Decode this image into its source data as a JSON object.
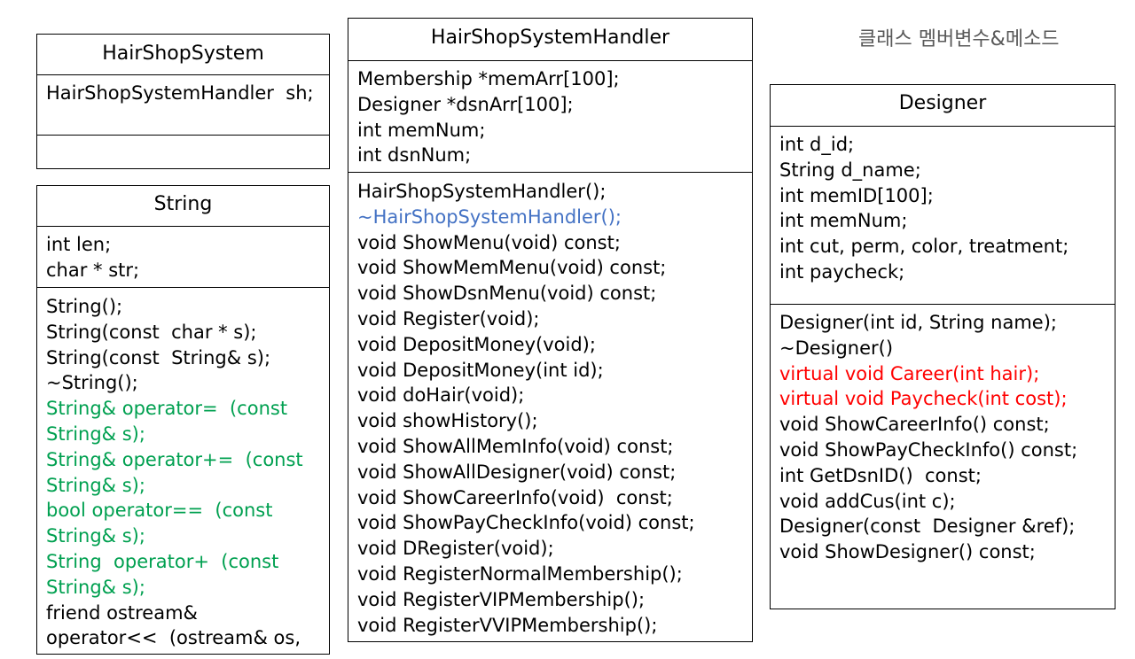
{
  "heading": "클래스 멤버변수&메소드",
  "colors": {
    "green": "#00a050",
    "red": "#ff0000",
    "blue": "#4472c4",
    "heading": "#595959"
  },
  "classes": {
    "hairshop_system": {
      "name": "HairShopSystem",
      "members": [
        "HairShopSystemHandler  sh;"
      ],
      "methods": []
    },
    "string": {
      "name": "String",
      "members": [
        "int len;",
        "char * str;"
      ],
      "methods": [
        {
          "text": "String();",
          "color": "black"
        },
        {
          "text": "String(const  char * s);",
          "color": "black"
        },
        {
          "text": "String(const  String& s);",
          "color": "black"
        },
        {
          "text": "~String();",
          "color": "black"
        },
        {
          "text": "String& operator=  (const",
          "color": "green"
        },
        {
          "text": "String& s);",
          "color": "green"
        },
        {
          "text": "String& operator+=  (const",
          "color": "green"
        },
        {
          "text": "String& s);",
          "color": "green"
        },
        {
          "text": "bool operator==  (const",
          "color": "green"
        },
        {
          "text": "String& s);",
          "color": "green"
        },
        {
          "text": "String  operator+  (const",
          "color": "green"
        },
        {
          "text": "String& s);",
          "color": "green"
        },
        {
          "text": "friend ostream&",
          "color": "black"
        },
        {
          "text": "operator<<  (ostream& os,",
          "color": "black"
        }
      ]
    },
    "handler": {
      "name": "HairShopSystemHandler",
      "members": [
        "Membership *memArr[100];",
        "Designer *dsnArr[100];",
        "int memNum;",
        "int dsnNum;"
      ],
      "methods": [
        {
          "text": "HairShopSystemHandler();",
          "color": "black"
        },
        {
          "text": "~HairShopSystemHandler();",
          "color": "blue"
        },
        {
          "text": "void ShowMenu(void) const;",
          "color": "black"
        },
        {
          "text": "void ShowMemMenu(void) const;",
          "color": "black"
        },
        {
          "text": "void ShowDsnMenu(void) const;",
          "color": "black"
        },
        {
          "text": "void Register(void);",
          "color": "black"
        },
        {
          "text": "void DepositMoney(void);",
          "color": "black"
        },
        {
          "text": "void DepositMoney(int id);",
          "color": "black"
        },
        {
          "text": "void doHair(void);",
          "color": "black"
        },
        {
          "text": "void showHistory();",
          "color": "black"
        },
        {
          "text": "void ShowAllMemInfo(void) const;",
          "color": "black"
        },
        {
          "text": "void ShowAllDesigner(void) const;",
          "color": "black"
        },
        {
          "text": "void ShowCareerInfo(void)  const;",
          "color": "black"
        },
        {
          "text": "void ShowPayCheckInfo(void) const;",
          "color": "black"
        },
        {
          "text": "void DRegister(void);",
          "color": "black"
        },
        {
          "text": "void RegisterNormalMembership();",
          "color": "black"
        },
        {
          "text": "void RegisterVIPMembership();",
          "color": "black"
        },
        {
          "text": "void RegisterVVIPMembership();",
          "color": "black"
        }
      ]
    },
    "designer": {
      "name": "Designer",
      "members": [
        "int d_id;",
        "String d_name;",
        "int memID[100];",
        "int memNum;",
        "int cut, perm, color, treatment;",
        "int paycheck;"
      ],
      "methods": [
        {
          "text": "Designer(int id, String name);",
          "color": "black"
        },
        {
          "text": "~Designer()",
          "color": "black"
        },
        {
          "text": "virtual void Career(int hair);",
          "color": "red"
        },
        {
          "text": "virtual void Paycheck(int cost);",
          "color": "red"
        },
        {
          "text": "void ShowCareerInfo() const;",
          "color": "black"
        },
        {
          "text": "void ShowPayCheckInfo() const;",
          "color": "black"
        },
        {
          "text": "int GetDsnID()  const;",
          "color": "black"
        },
        {
          "text": "void addCus(int c);",
          "color": "black"
        },
        {
          "text": "Designer(const  Designer &ref);",
          "color": "black"
        },
        {
          "text": "void ShowDesigner() const;",
          "color": "black"
        }
      ]
    }
  }
}
